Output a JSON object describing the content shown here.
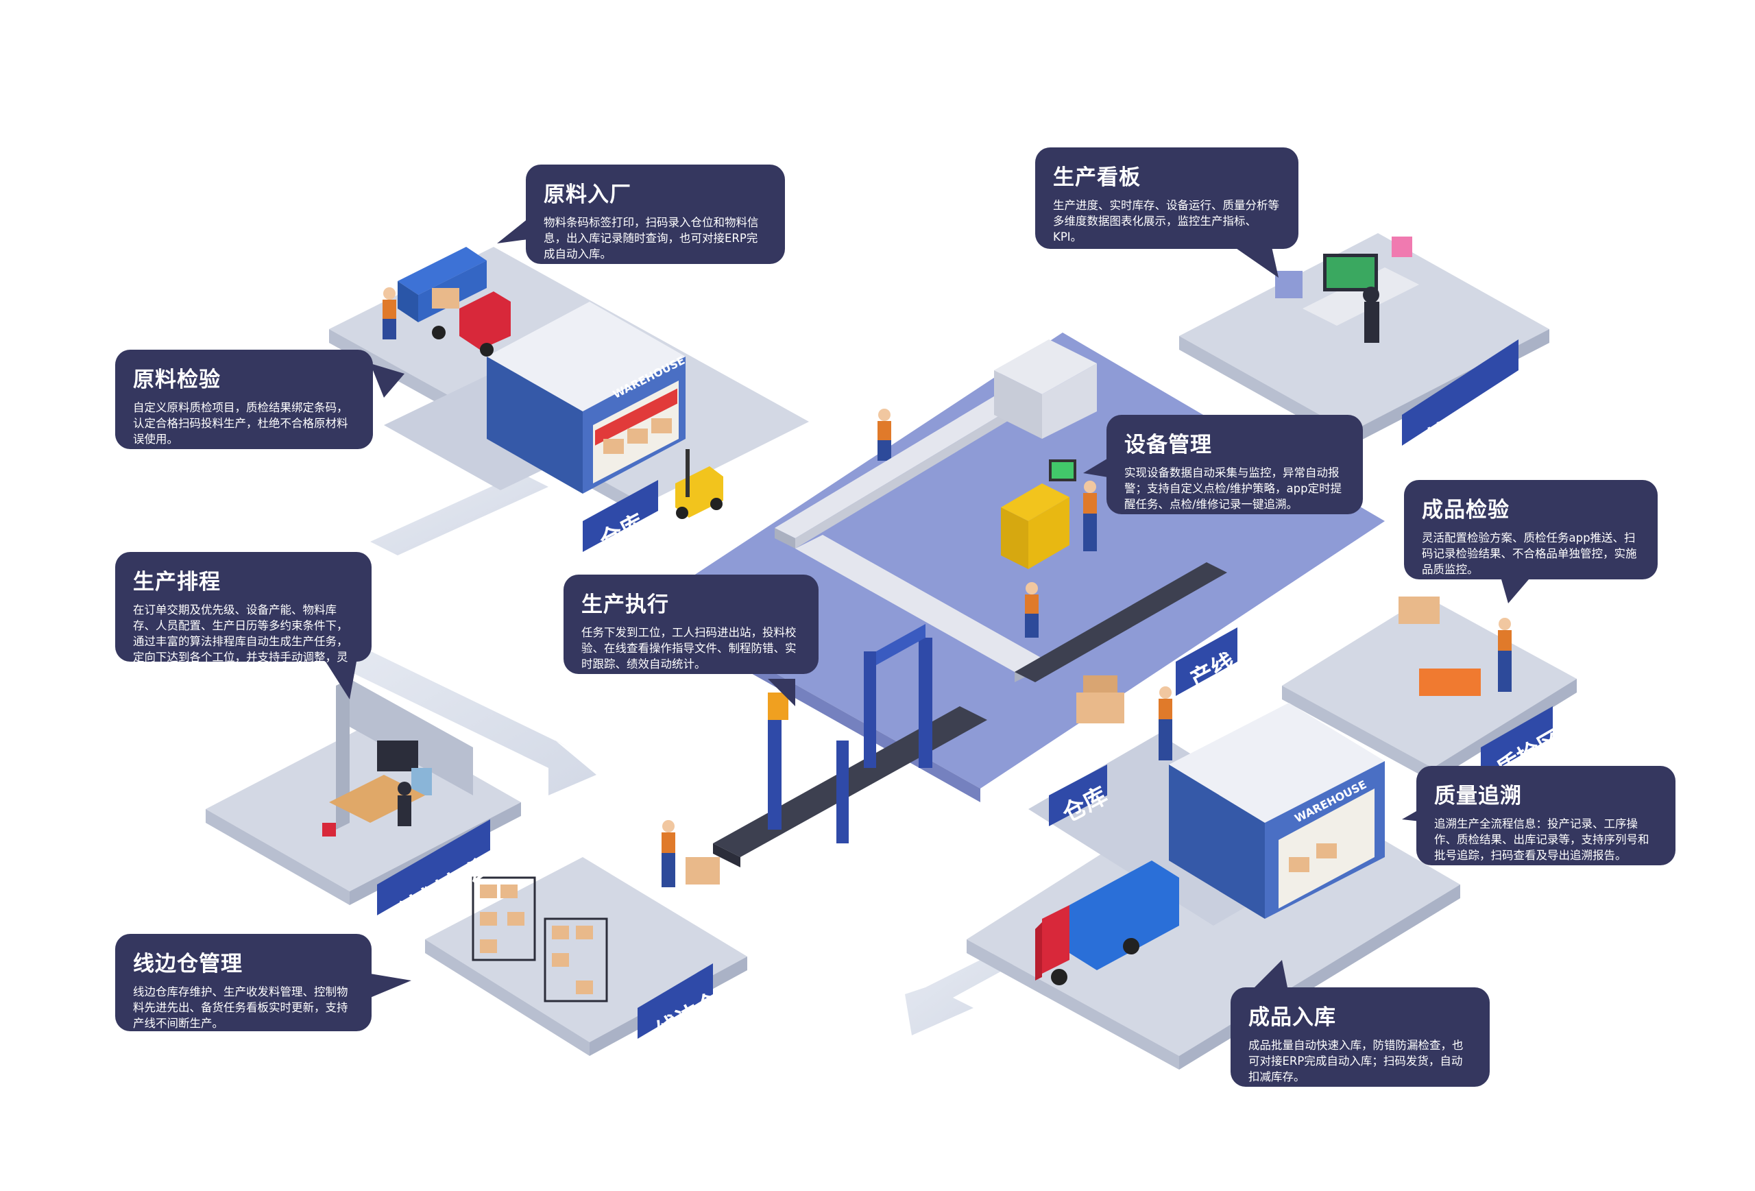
{
  "zones": {
    "warehouse_left": "仓库",
    "production_line": "产线",
    "warehouse_right": "仓库",
    "mgmt_office": "管理办公室",
    "plan_office": "计划办公室",
    "qc_area": "质检区",
    "line_side": "线边仓"
  },
  "signs": {
    "warehouse_left": "WAREHOUSE",
    "warehouse_right": "WAREHOUSE"
  },
  "callouts": {
    "raw_in": {
      "title": "原料入厂",
      "text": "物料条码标签打印，扫码录入仓位和物料信息，出入库记录随时查询，也可对接ERP完成自动入库。"
    },
    "raw_qc": {
      "title": "原料检验",
      "text": "自定义原料质检项目，质检结果绑定条码，认定合格扫码投料生产，杜绝不合格原材料误使用。"
    },
    "board": {
      "title": "生产看板",
      "text": "生产进度、实时库存、设备运行、质量分析等多维度数据图表化展示，监控生产指标、KPI。"
    },
    "equip": {
      "title": "设备管理",
      "text": "实现设备数据自动采集与监控，异常自动报警；支持自定义点检/维护策略，app定时提醒任务、点检/维修记录一键追溯。"
    },
    "fin_qc": {
      "title": "成品检验",
      "text": "灵活配置检验方案、质检任务app推送、扫码记录检验结果、不合格品单独管控，实施品质监控。"
    },
    "schedule": {
      "title": "生产排程",
      "text": "在订单交期及优先级、设备产能、物料库存、人员配置、生产日历等多约束条件下，通过丰富的算法排程库自动生成生产任务，定向下达到各个工位，并支持手动调整，灵活插单。"
    },
    "exec": {
      "title": "生产执行",
      "text": "任务下发到工位，工人扫码进出站，投料校验、在线查看操作指导文件、制程防错、实时跟踪、绩效自动统计。"
    },
    "trace": {
      "title": "质量追溯",
      "text": "追溯生产全流程信息：投产记录、工序操作、质检结果、出库记录等，支持序列号和批号追踪，扫码查看及导出追溯报告。"
    },
    "side_wh": {
      "title": "线边仓管理",
      "text": "线边仓库存维护、生产收发料管理、控制物料先进先出、备货任务看板实时更新，支持产线不间断生产。"
    },
    "fin_in": {
      "title": "成品入库",
      "text": "成品批量自动快速入库，防错防漏检查，也可对接ERP完成自动入库；扫码发货，自动扣减库存。"
    }
  },
  "colors": {
    "callout_bg": "#35375f",
    "floor": "#d3d8e4",
    "floor_side": "#b8bfd0",
    "line_zone": "#8e9bd6",
    "label_blue": "#2f4aa8",
    "warehouse_wall": "#3559a8",
    "conveyor": "#3d4050",
    "box": "#e9b98a",
    "worker_shirt": "#e07a2a",
    "worker_pants": "#2d4a9a",
    "truck_red": "#d8283a",
    "truck_blue": "#2a6fd8",
    "forklift": "#f2c41d"
  }
}
